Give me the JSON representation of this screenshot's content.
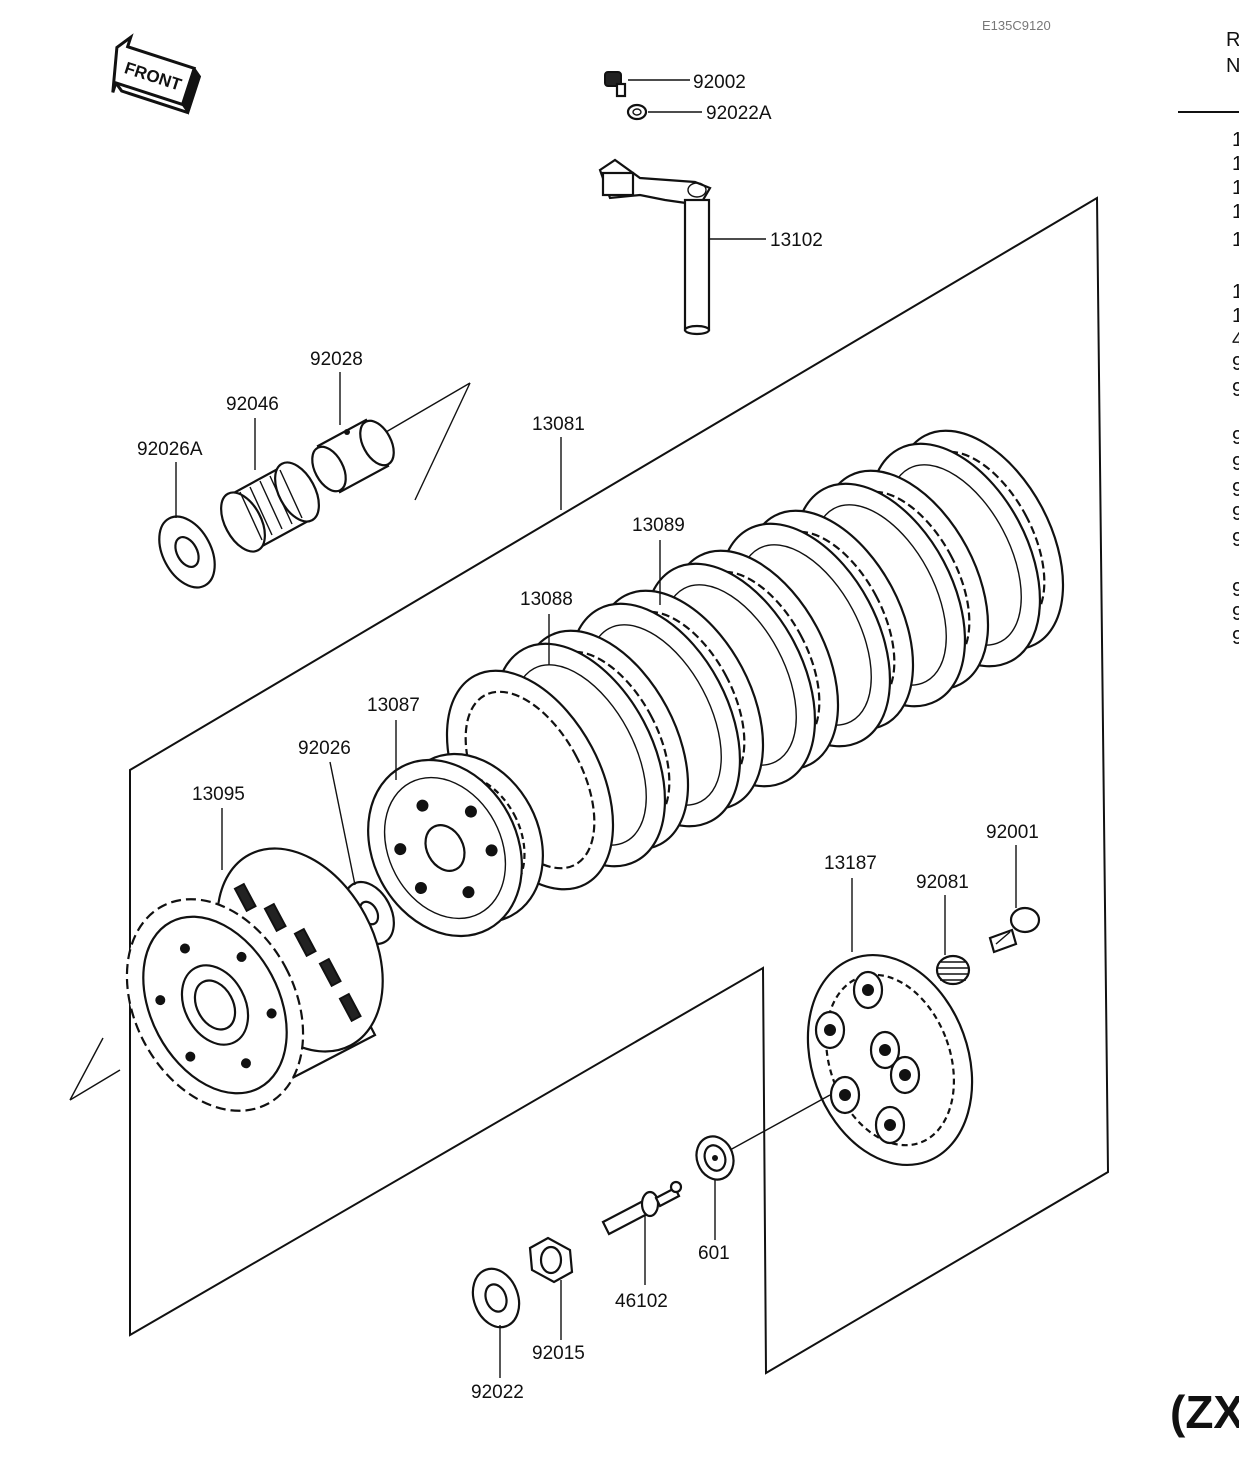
{
  "diagram_code": "E135C9120",
  "front_arrow_label": "FRONT",
  "model_tag": "(ZX",
  "side_column_header": [
    "R",
    "N"
  ],
  "side_column_fragments": [
    "1",
    "1",
    "1",
    "1",
    "1",
    "1",
    "1",
    "4",
    "9",
    "9",
    "9",
    "9",
    "9",
    "9",
    "9",
    "9",
    "9",
    "9"
  ],
  "labels": {
    "p92002": "92002",
    "p92022A": "92022A",
    "p13102": "13102",
    "p92028": "92028",
    "p92046": "92046",
    "p92026A": "92026A",
    "p13081": "13081",
    "p13089": "13089",
    "p13088": "13088",
    "p13087": "13087",
    "p92026": "92026",
    "p13095": "13095",
    "p92001": "92001",
    "p13187": "13187",
    "p92081": "92081",
    "p601": "601",
    "p46102": "46102",
    "p92015": "92015",
    "p92022": "92022"
  }
}
